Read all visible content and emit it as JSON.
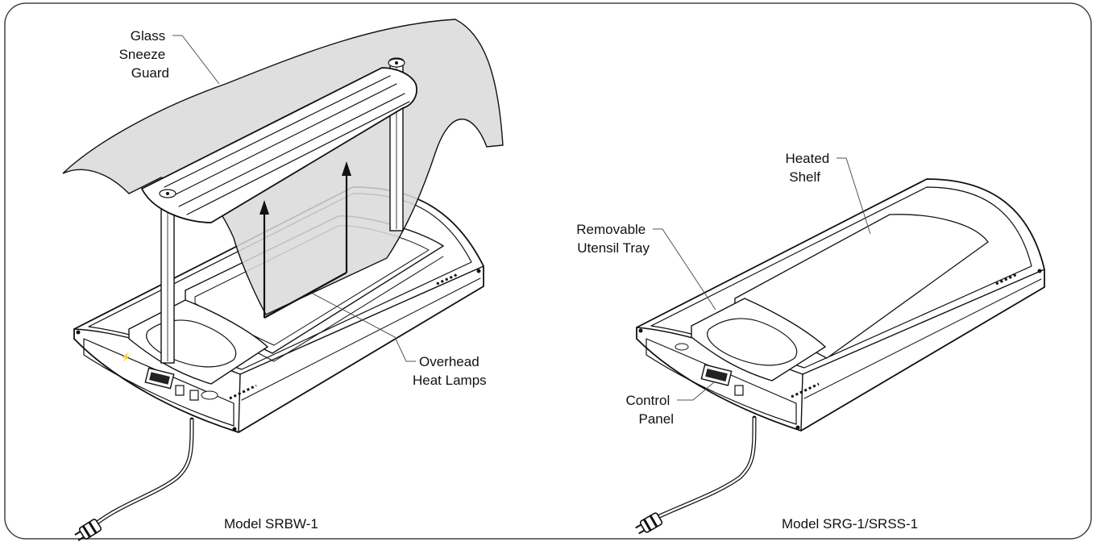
{
  "left_model": {
    "title": "Model SRBW-1",
    "callouts": {
      "sneeze_guard": [
        "Glass",
        "Sneeze",
        "Guard"
      ],
      "heat_lamps": [
        "Overhead",
        "Heat Lamps"
      ]
    }
  },
  "right_model": {
    "title": "Model SRG-1/SRSS-1",
    "callouts": {
      "heated_shelf": [
        "Heated",
        "Shelf"
      ],
      "utensil_tray": [
        "Removable",
        "Utensil Tray"
      ],
      "control_panel": [
        "Control",
        "Panel"
      ]
    }
  },
  "colors": {
    "line": "#111111",
    "glass": "#d9d9d9",
    "border": "#444444"
  }
}
